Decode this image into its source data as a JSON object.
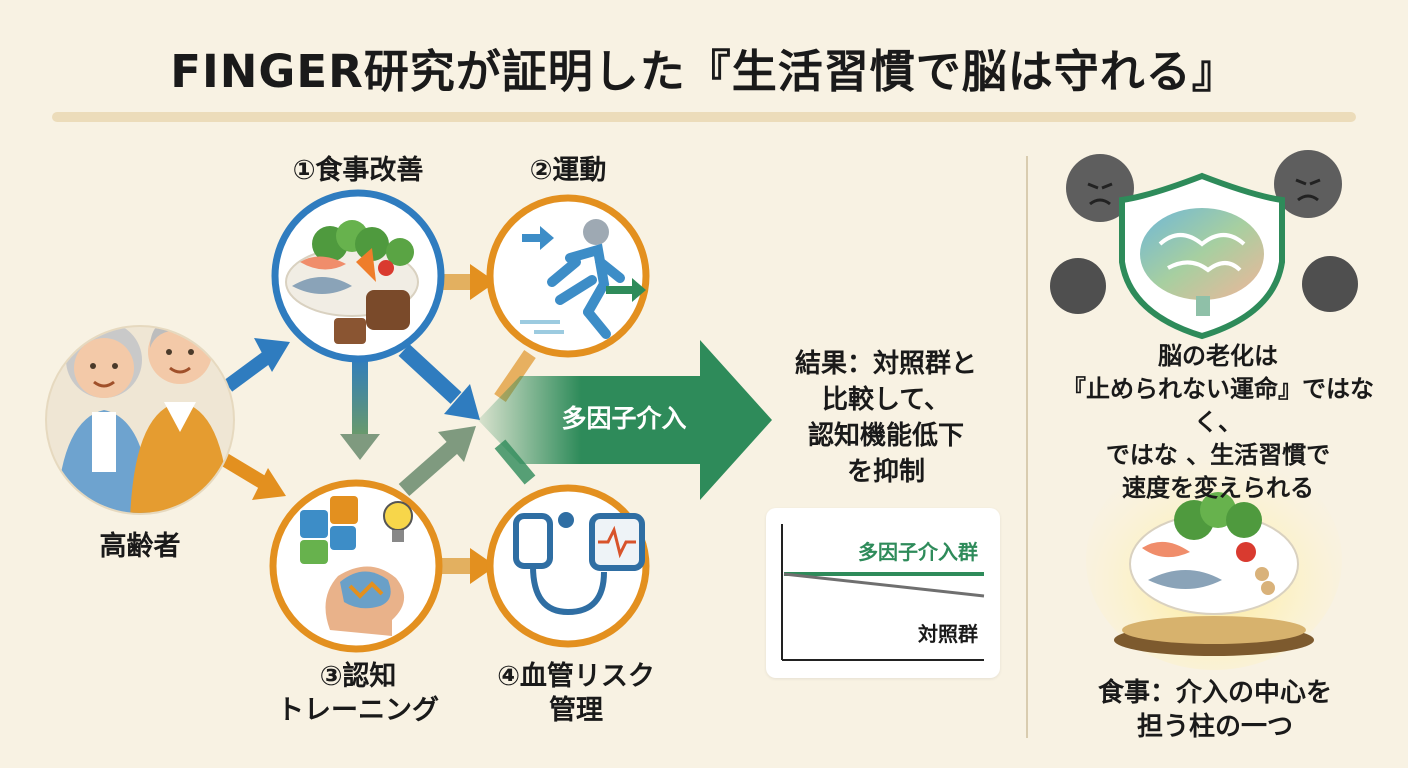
{
  "title": "FINGER研究が証明した『生活習慣で脳は守れる』",
  "left": {
    "elderly_label": "高齢者",
    "diet_label": "①食事改善",
    "exercise_label": "②運動",
    "cognitive_label": [
      "③認知",
      "トレーニング"
    ],
    "vascular_label": [
      "④血管リスク",
      "管理"
    ],
    "intervention_label": "多因子介入",
    "result_lines": [
      "結果：対照群と",
      "比較して、",
      "認知機能低下",
      "を抑制"
    ]
  },
  "chart_data": {
    "type": "line",
    "series": [
      {
        "name": "多因子介入群",
        "values": [
          1.0,
          1.0
        ]
      },
      {
        "name": "対照群",
        "values": [
          1.0,
          0.6
        ]
      }
    ],
    "colors": {
      "多因子介入群": "#2e8b5a",
      "対照群": "#6f6f6f"
    }
  },
  "right": {
    "brain_text": [
      "脳の老化は",
      "『止められない運命』ではなく、",
      "ではな 、生活習慣で",
      "速度を変えられる"
    ],
    "food_text": [
      "食事：介入の中心を",
      "担う柱の一つ"
    ]
  },
  "colors": {
    "background": "#f8f2e3",
    "blue": "#2f7cbf",
    "orange": "#e3901f",
    "green": "#2e8b5a",
    "gray_arrow": "#7f8f7f"
  },
  "icons": [
    "elderly-couple-icon",
    "healthy-food-icon",
    "runner-icon",
    "puzzle-brain-icon",
    "blood-pressure-monitor-icon",
    "shielded-brain-icon",
    "worried-brain-icon",
    "food-plate-icon"
  ]
}
